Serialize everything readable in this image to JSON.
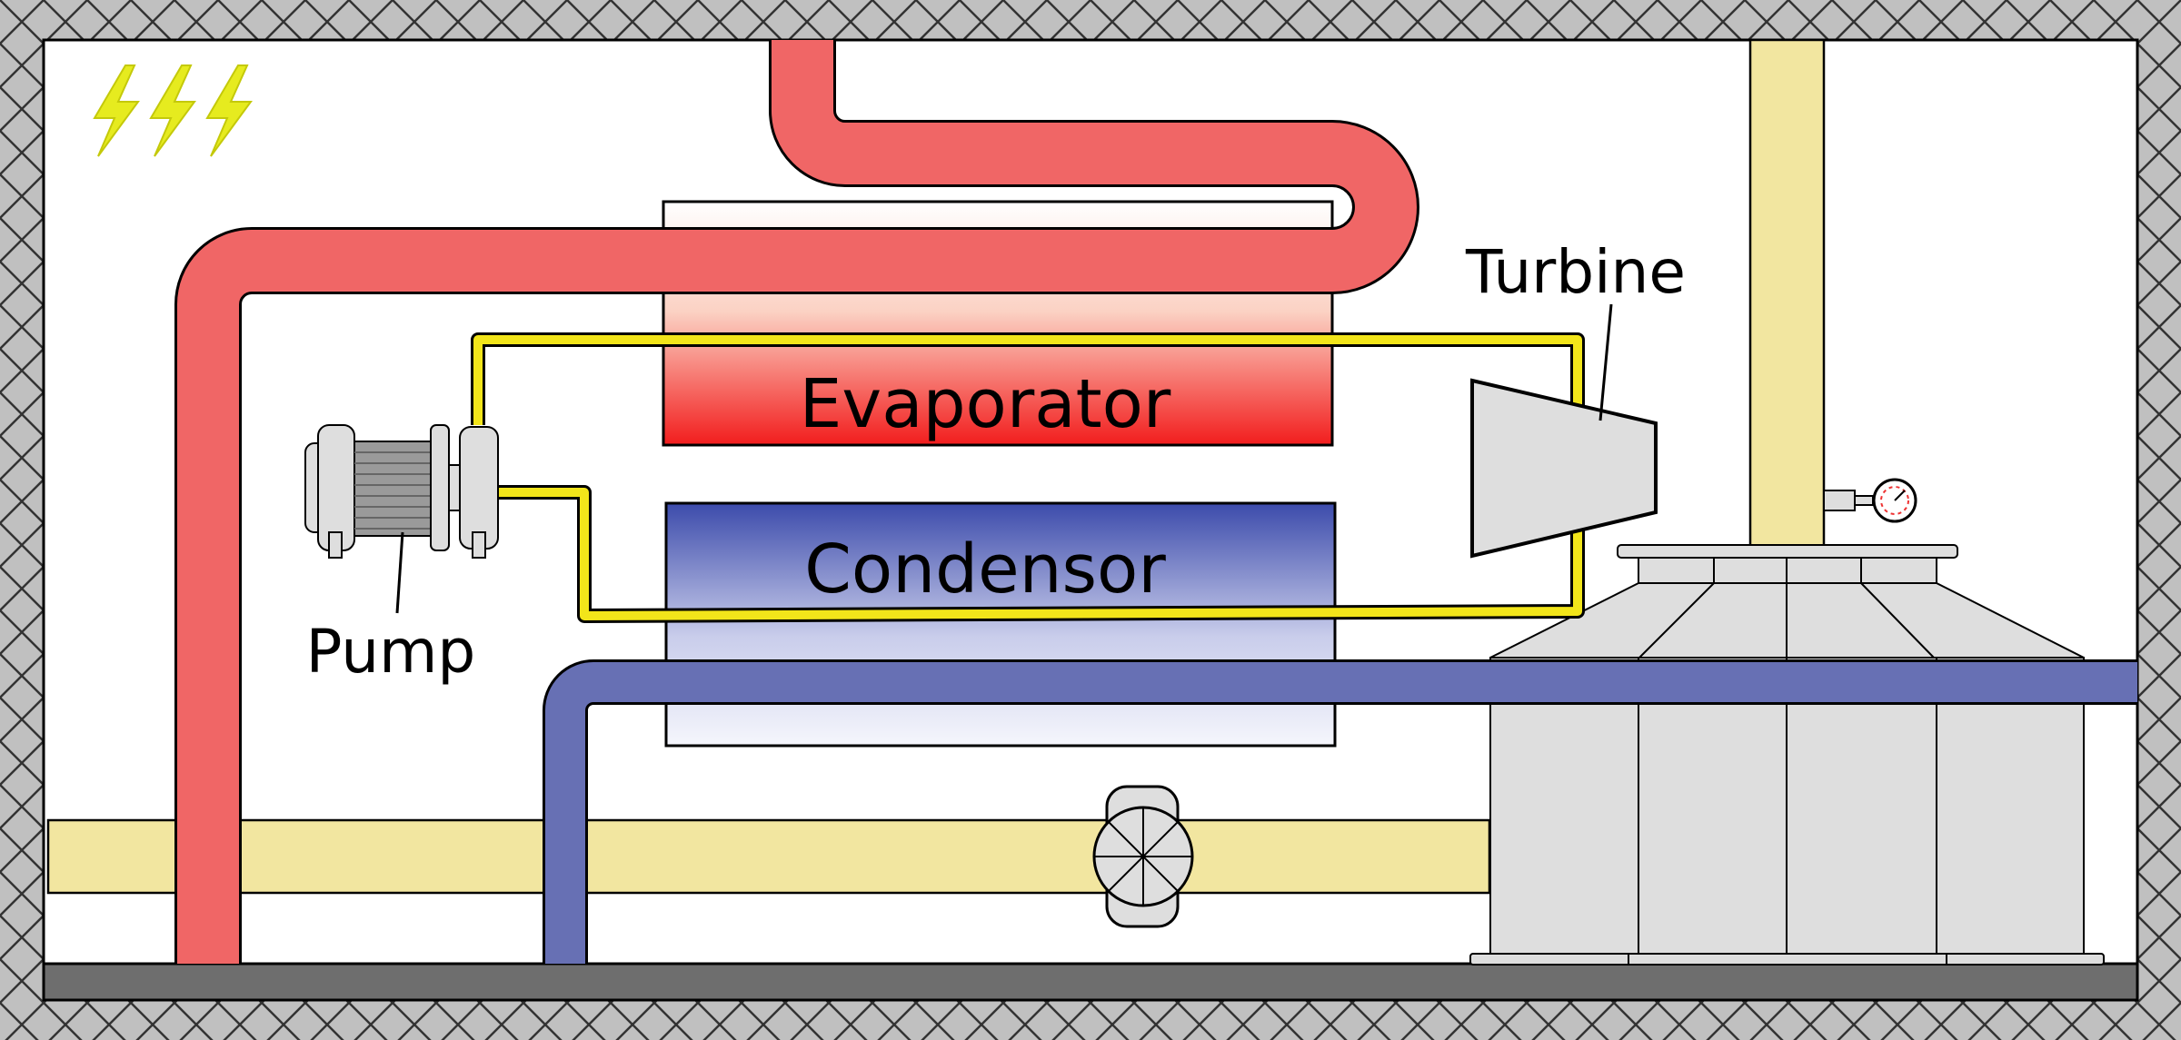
{
  "labels": {
    "evaporator": "Evaporator",
    "condensor": "Condensor",
    "turbine": "Turbine",
    "pump": "Pump"
  },
  "colors": {
    "hot_pipe": "#f06666",
    "cold_pipe": "#6770b4",
    "working_fluid": "#f2e51a",
    "exhaust_duct": "#f2e6a0",
    "lightning": "#e6eb1f",
    "floor": "#6e6e6e",
    "wall": "#c0c0c0",
    "equipment": "#dedede",
    "evaporator_bottom": "#f21d1d",
    "condensor_top": "#3c4bab"
  },
  "icons": [
    "lightning-bolt-icon",
    "pressure-gauge-icon",
    "valve-icon"
  ]
}
